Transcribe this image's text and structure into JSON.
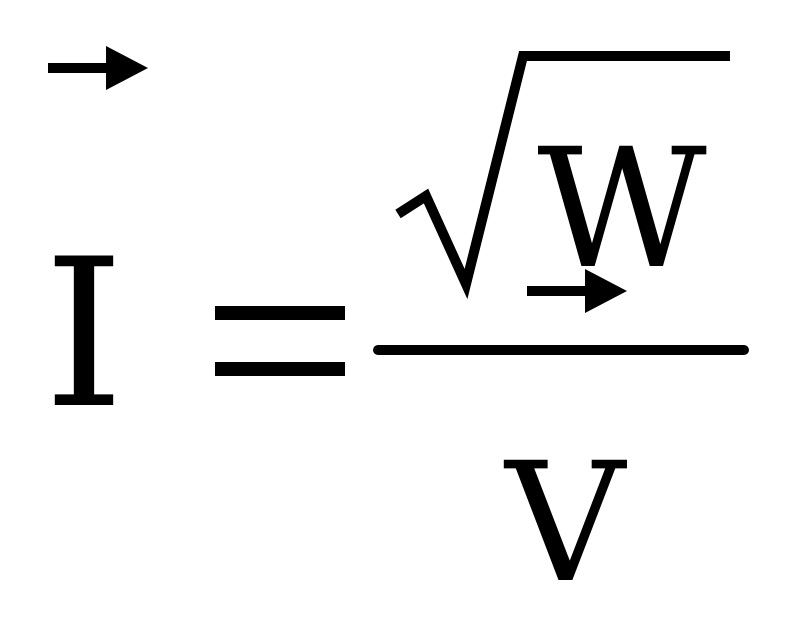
{
  "equation": {
    "lhs": "I",
    "equals": "=",
    "numerator": "W",
    "denominator": "V",
    "lhs_vector_arrow": true,
    "numerator_vector_arrow": true,
    "numerator_under_square_root": true
  },
  "colors": {
    "ink": "#000000",
    "background": "#ffffff"
  },
  "icons": {
    "vector_arrow": "rightwards-arrow-icon",
    "radical": "square-root-icon"
  }
}
